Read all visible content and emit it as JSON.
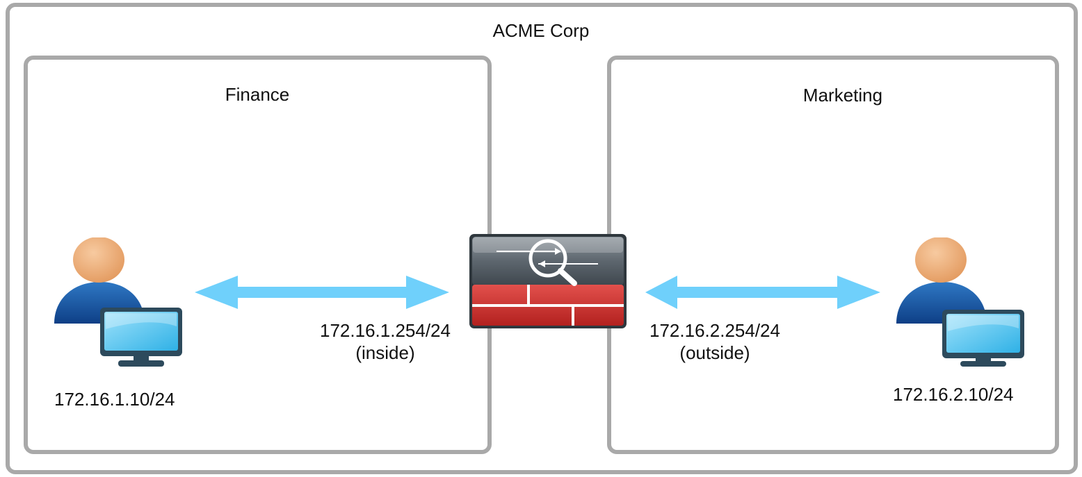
{
  "organization": {
    "name": "ACME Corp"
  },
  "zones": {
    "finance": {
      "name": "Finance",
      "host_ip": "172.16.1.10/24",
      "host_icon": "user-workstation-icon"
    },
    "marketing": {
      "name": "Marketing",
      "host_ip": "172.16.2.10/24",
      "host_icon": "user-workstation-icon"
    }
  },
  "firewall": {
    "icon": "firewall-icon",
    "inside": {
      "ip": "172.16.1.254/24",
      "label": "(inside)"
    },
    "outside": {
      "ip": "172.16.2.254/24",
      "label": "(outside)"
    }
  },
  "colors": {
    "box_border": "#a9a9a9",
    "link_arrow": "#6fd0fb",
    "firewall_red": "#c9302c",
    "firewall_top": "#5f6870",
    "user_body": "#1f5fa8",
    "user_head": "#efb07a",
    "monitor_screen": "#5cc6ef",
    "monitor_frame": "#2d4a5c"
  }
}
